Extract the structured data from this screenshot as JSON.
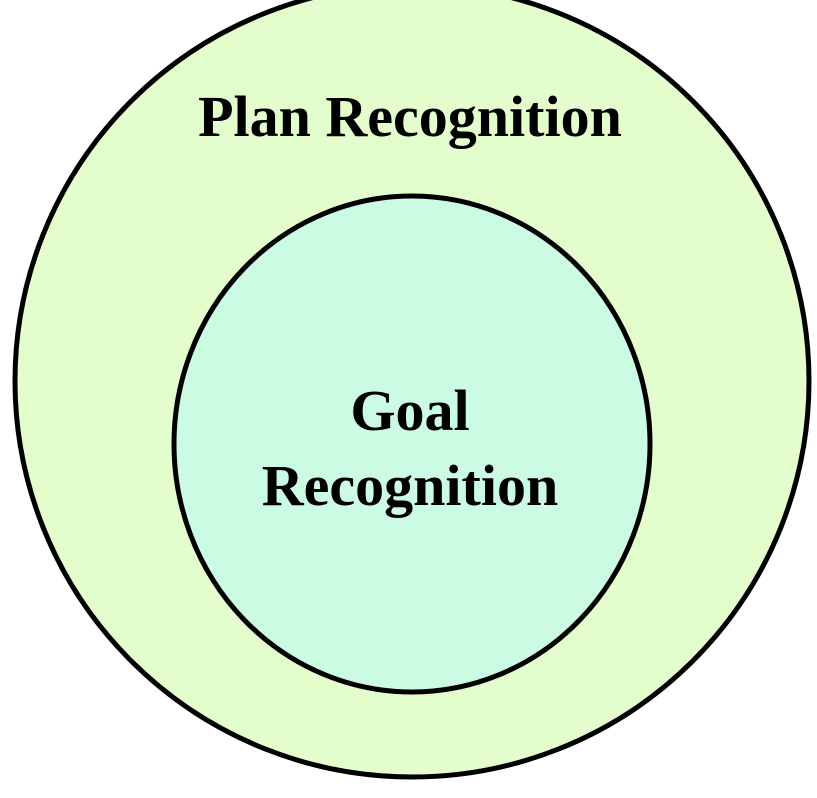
{
  "diagram": {
    "outer": {
      "label": "Plan Recognition",
      "color": "#e4fdcc"
    },
    "inner": {
      "label_line1": "Goal",
      "label_line2": "Recognition",
      "color": "#ccfbe4"
    },
    "stroke": "#000000"
  }
}
